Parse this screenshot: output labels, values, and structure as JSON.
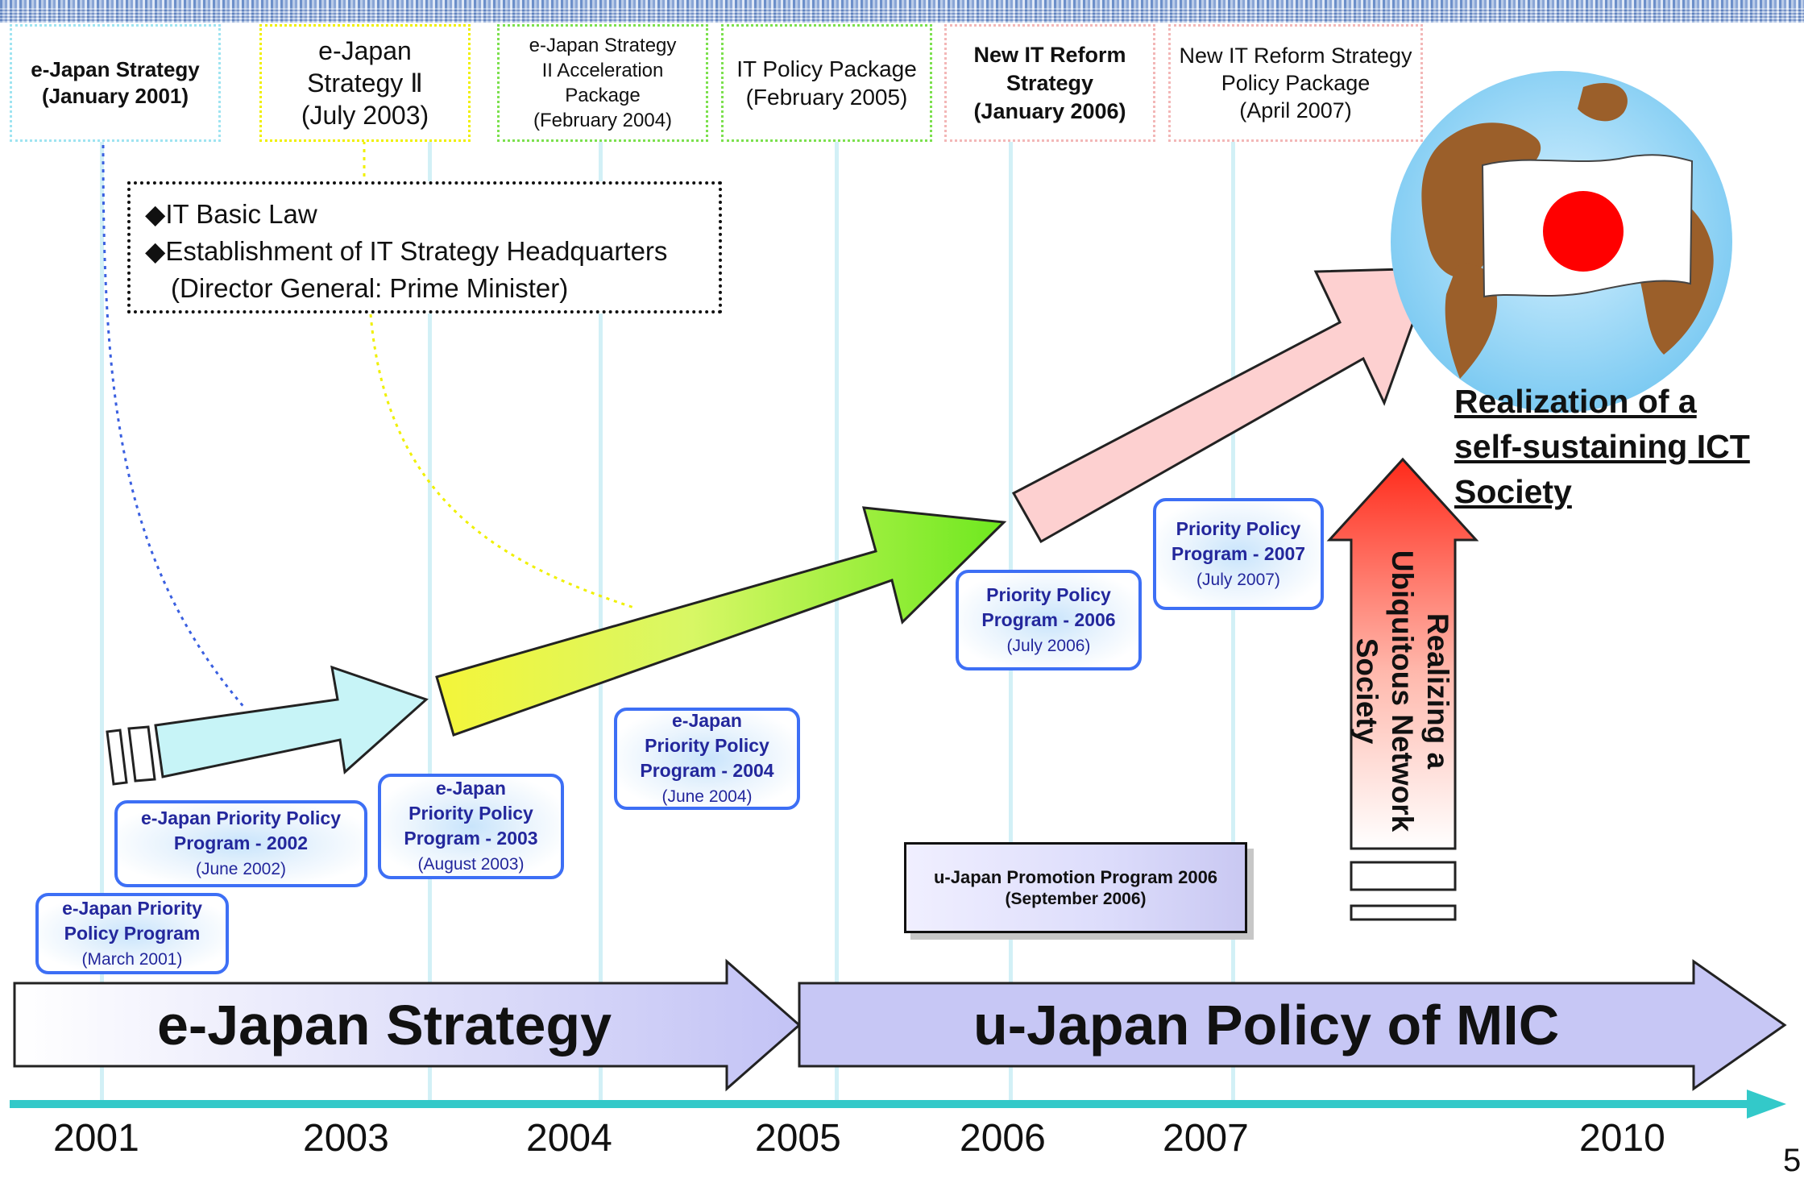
{
  "headers": [
    {
      "text": "e-Japan Strategy\n(January 2001)"
    },
    {
      "text": "e-Japan\nStrategy Ⅱ\n(July 2003)"
    },
    {
      "text": "e-Japan Strategy\nII Acceleration\nPackage\n(February 2004)"
    },
    {
      "text": "IT Policy Package\n(February 2005)"
    },
    {
      "text": "New IT Reform\nStrategy\n(January 2006)"
    },
    {
      "text": "New IT Reform Strategy\nPolicy Package\n(April 2007)"
    }
  ],
  "law_box": {
    "line1": "◆IT Basic Law",
    "line2": "◆Establishment of IT Strategy Headquarters",
    "line3": "(Director General: Prime Minister)"
  },
  "programs": [
    {
      "title": "e-Japan Priority\nPolicy Program",
      "date": "(March 2001)"
    },
    {
      "title": "e-Japan Priority Policy\nProgram - 2002",
      "date": "(June 2002)"
    },
    {
      "title": "e-Japan\nPriority Policy\nProgram - 2003",
      "date": "(August 2003)"
    },
    {
      "title": "e-Japan\nPriority Policy\nProgram - 2004",
      "date": "(June 2004)"
    },
    {
      "title": "Priority Policy\nProgram - 2006",
      "date": "(July 2006)"
    },
    {
      "title": "Priority Policy\nProgram - 2007",
      "date": "(July 2007)"
    }
  ],
  "u_japan_promotion": {
    "title": "u-Japan Promotion Program 2006",
    "date": "(September 2006)"
  },
  "realization": "Realization of a\nself-sustaining ICT\nSociety",
  "ubiquitous": "Realizing a\nUbiquitous Network\nSociety",
  "phases": {
    "ejapan": "e-Japan Strategy",
    "ujapan": "u-Japan Policy of MIC"
  },
  "years": [
    "2001",
    "2003",
    "2004",
    "2005",
    "2006",
    "2007",
    "2010"
  ],
  "page_number": "5",
  "colors": {
    "timeline": "#33c9c9",
    "program_border": "#3d6ff5",
    "program_text": "#23279c",
    "flag_red": "#ff0000",
    "ocean": "#8fd3f3",
    "land": "#9b5f2a"
  }
}
